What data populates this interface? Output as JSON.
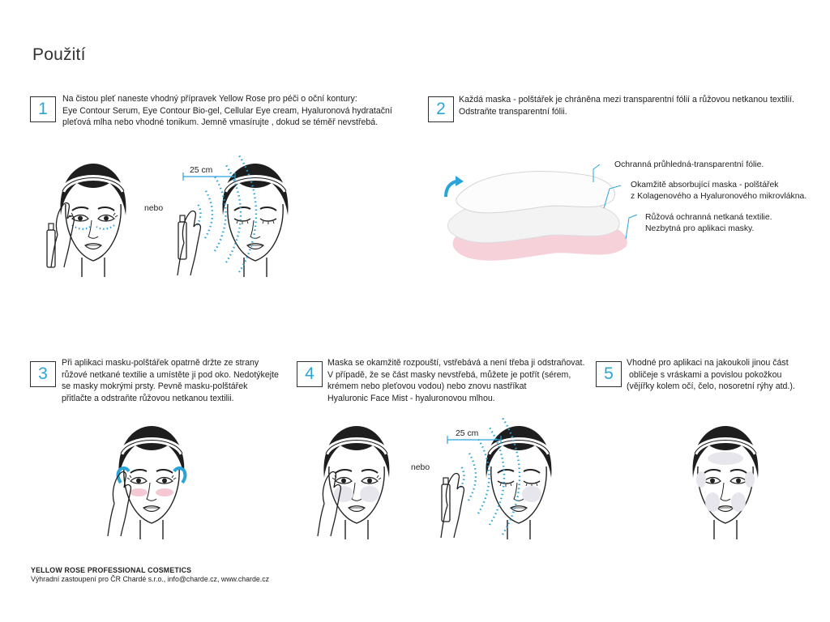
{
  "page": {
    "title": "Použití"
  },
  "steps": [
    {
      "number": "1",
      "lines": [
        "Na čistou pleť naneste vhodný přípravek  Yellow Rose pro péči o oční kontury:",
        "Eye Contour Serum, Eye Contour Bio-gel, Cellular Eye cream, Hyaluronová hydratační",
        "pleťová mlha nebo vhodné tonikum. Jemně vmasírujte , dokud se téměř nevstřebá."
      ]
    },
    {
      "number": "2",
      "lines": [
        "Každá maska - polštářek je chráněna mezi transparentní fólií a růžovou netkanou textilií.",
        "Odstraňte transparentní fólii."
      ]
    },
    {
      "number": "3",
      "lines": [
        "Při aplikaci masku-polštářek opatrně držte ze strany",
        "růžové netkané textilie a umístěte ji pod oko. Nedotýkejte",
        "se masky mokrými prsty. Pevně  masku-polštářek",
        "přitlačte a odstraňte růžovou netkanou textilii."
      ]
    },
    {
      "number": "4",
      "lines": [
        "Maska se okamžitě rozpouští, vstřebává a není třeba ji odstraňovat.",
        "V případě, že se část masky nevstřebá, můžete je potřít (sérem,",
        "krémem nebo pleťovou vodou) nebo znovu nastříkat",
        "Hyaluronic Face Mist - hyaluronovou mlhou."
      ]
    },
    {
      "number": "5",
      "lines": [
        "Vhodné pro aplikaci na jakoukoli jinou část",
        " obličeje s vráskami a povislou pokožkou",
        "(vějířky kolem očí, čelo, nosoretní rýhy atd.)."
      ]
    }
  ],
  "illustrations": {
    "or_label": "nebo",
    "distance_label": "25 cm",
    "layer_labels": [
      [
        "Ochranná průhledná-transparentní fólie."
      ],
      [
        "Okamžitě absorbující maska - polštářek",
        "z Kolagenového a Hyaluronového  mikrovlákna."
      ],
      [
        "Růžová ochranná netkaná textilie.",
        "Nezbytná pro aplikaci masky."
      ]
    ]
  },
  "footer": {
    "brand": "YELLOW ROSE PROFESSIONAL COSMETICS",
    "contact": "Výhradní zastoupení pro ČR Chardé s.r.o., info@charde.cz, www.charde.cz"
  },
  "colors": {
    "accent": "#2aa4d9",
    "pink": "#f5c9d4",
    "ink": "#2a2a2a"
  }
}
